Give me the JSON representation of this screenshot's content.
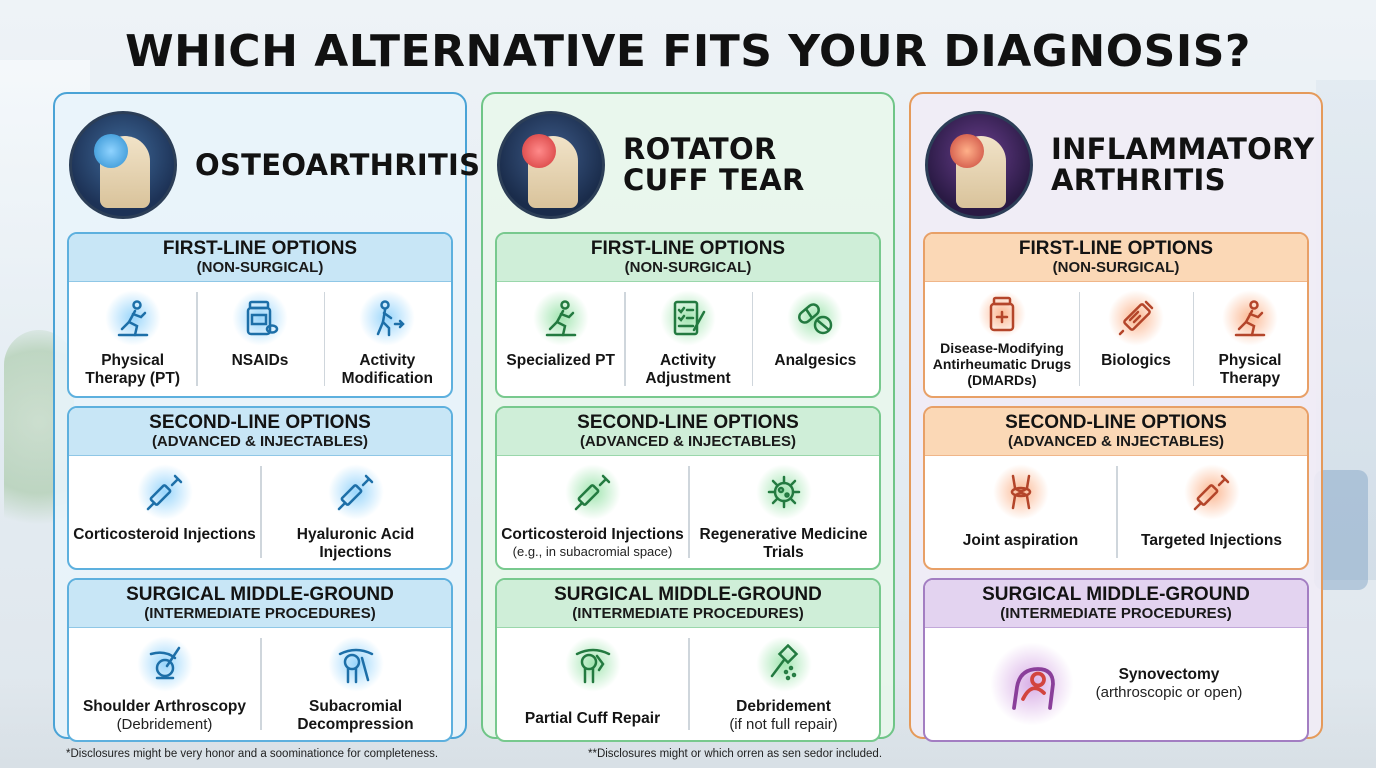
{
  "title": "WHICH ALTERNATIVE FITS YOUR DIAGNOSIS?",
  "colors": {
    "osteoarthritis": "#4aa3d6",
    "rotator_cuff": "#6fc587",
    "inflammatory": "#e59a5a",
    "surgical_purple": "#a37ec2"
  },
  "columns": [
    {
      "title_line1": "OSTEOARTHRITIS",
      "title_line2": "",
      "icon": "shoulder-joint-icon",
      "first": {
        "title": "FIRST-LINE OPTIONS",
        "subtitle": "(NON-SURGICAL)",
        "options": [
          {
            "icon": "running-person-icon",
            "label": "Physical Therapy (PT)"
          },
          {
            "icon": "pill-bottle-icon",
            "label": "NSAIDs"
          },
          {
            "icon": "walking-person-icon",
            "label": "Activity Modification"
          }
        ]
      },
      "second": {
        "title": "SECOND-LINE OPTIONS",
        "subtitle": "(ADVANCED & INJECTABLES)",
        "options": [
          {
            "icon": "syringe-icon",
            "label": "Corticosteroid Injections"
          },
          {
            "icon": "syringe-icon",
            "label": "Hyaluronic Acid Injections"
          }
        ]
      },
      "surgical": {
        "title": "SURGICAL MIDDLE-GROUND",
        "subtitle": "(INTERMEDIATE PROCEDURES)",
        "options": [
          {
            "icon": "arthroscope-icon",
            "label": "Shoulder Arthroscopy",
            "sub": "(Debridement)"
          },
          {
            "icon": "shoulder-bone-icon",
            "label": "Subacromial Decompression",
            "sub": ""
          }
        ]
      }
    },
    {
      "title_line1": "ROTATOR",
      "title_line2": "CUFF TEAR",
      "icon": "torn-shoulder-icon",
      "first": {
        "title": "FIRST-LINE OPTIONS",
        "subtitle": "(NON-SURGICAL)",
        "options": [
          {
            "icon": "running-person-icon",
            "label": "Specialized PT"
          },
          {
            "icon": "checklist-icon",
            "label": "Activity Adjustment"
          },
          {
            "icon": "capsule-icon",
            "label": "Analgesics"
          }
        ]
      },
      "second": {
        "title": "SECOND-LINE OPTIONS",
        "subtitle": "(ADVANCED & INJECTABLES)",
        "options": [
          {
            "icon": "syringe-icon",
            "label": "Corticosteroid Injections",
            "sub": "(e.g., in subacromial space)"
          },
          {
            "icon": "virus-cell-icon",
            "label": "Regenerative Medicine Trials",
            "sub": ""
          }
        ]
      },
      "surgical": {
        "title": "SURGICAL MIDDLE-GROUND",
        "subtitle": "(INTERMEDIATE PROCEDURES)",
        "options": [
          {
            "icon": "shoulder-repair-icon",
            "label": "Partial Cuff Repair",
            "sub": ""
          },
          {
            "icon": "debridement-tool-icon",
            "label": "Debridement",
            "sub": "(if not full repair)"
          }
        ]
      }
    },
    {
      "title_line1": "INFLAMMATORY",
      "title_line2": "ARTHRITIS",
      "icon": "inflamed-joint-icon",
      "first": {
        "title": "FIRST-LINE OPTIONS",
        "subtitle": "(NON-SURGICAL)",
        "options": [
          {
            "icon": "medicine-bottle-icon",
            "label": "Disease-Modifying Antirheumatic Drugs (DMARDs)"
          },
          {
            "icon": "biologic-vial-icon",
            "label": "Biologics"
          },
          {
            "icon": "running-person-icon",
            "label": "Physical Therapy"
          }
        ]
      },
      "second": {
        "title": "SECOND-LINE OPTIONS",
        "subtitle": "(ADVANCED & INJECTABLES)",
        "options": [
          {
            "icon": "knee-joint-icon",
            "label": "Joint aspiration"
          },
          {
            "icon": "syringe-icon",
            "label": "Targeted Injections"
          }
        ]
      },
      "surgical": {
        "title": "SURGICAL MIDDLE-GROUND",
        "subtitle": "(INTERMEDIATE PROCEDURES)",
        "options": [
          {
            "icon": "synovium-icon",
            "label": "Synovectomy",
            "sub": "(arthroscopic or open)"
          }
        ]
      }
    }
  ],
  "footnotes": [
    "*Disclosures might be very honor and a soominationce for completeness.",
    "**Disclosures might or which orren as sen sedor included."
  ]
}
